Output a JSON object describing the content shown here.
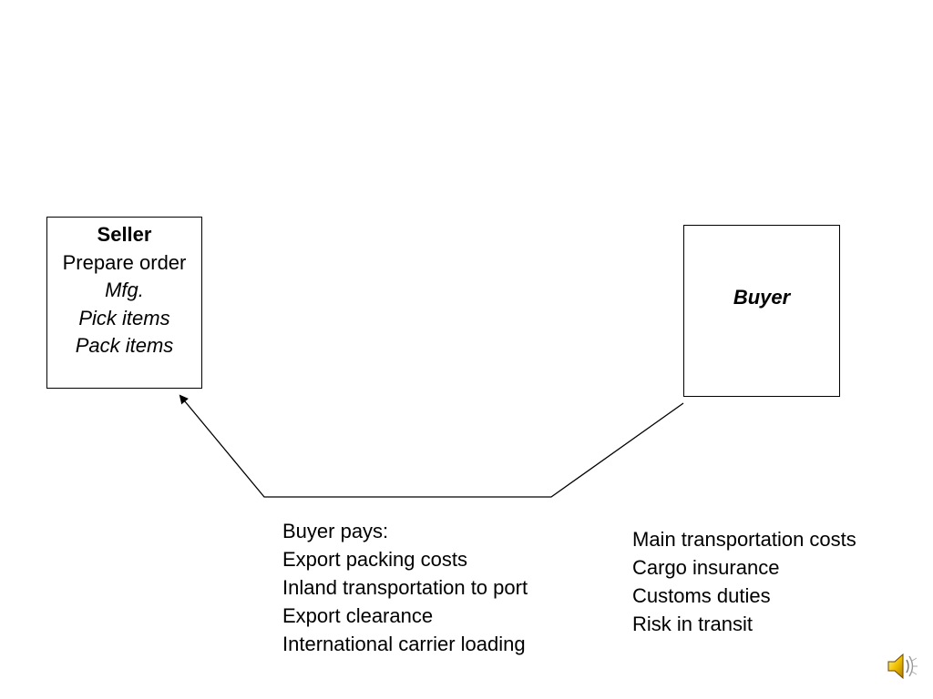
{
  "seller": {
    "title": "Seller",
    "lines": [
      "Prepare order",
      "Mfg.",
      "Pick items",
      "Pack items"
    ]
  },
  "buyer": {
    "title": "Buyer"
  },
  "buyer_pays": {
    "heading": "Buyer pays:",
    "items": [
      "Export packing costs",
      "Inland transportation to port",
      "Export clearance",
      "International carrier loading"
    ]
  },
  "other_costs": {
    "items": [
      "Main transportation costs",
      "Cargo insurance",
      "Customs duties",
      "Risk in transit"
    ]
  },
  "icons": {
    "audio": "speaker-icon"
  },
  "colors": {
    "line": "#000000",
    "background": "#ffffff",
    "speaker_body": "#f2c200"
  }
}
